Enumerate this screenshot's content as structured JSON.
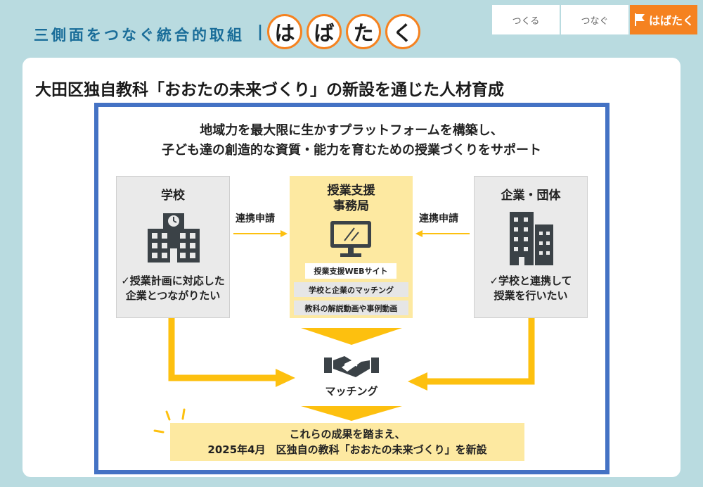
{
  "header": {
    "title": "三側面をつなぐ統合的取組",
    "separator": "|",
    "habataku_chars": [
      "は",
      "ば",
      "た",
      "く"
    ]
  },
  "nav": {
    "items": [
      {
        "label": "つくる"
      },
      {
        "label": "つなぐ"
      },
      {
        "label": "はばたく",
        "icon": "flag-icon"
      }
    ]
  },
  "main": {
    "title": "大田区独自教科「おおたの未来づくり」の新設を通じた人材育成"
  },
  "diagram": {
    "lead_line1": "地域力を最大限に生かすプラットフォームを構築し、",
    "lead_line2": "子ども達の創造的な資質・能力を育むための授業づくりをサポート",
    "school": {
      "title": "学校",
      "icon": "school-building-icon",
      "text_line1": "✓授業計画に対応した",
      "text_line2": "企業とつながりたい"
    },
    "center": {
      "title_line1": "授業支援",
      "title_line2": "事務局",
      "icon": "monitor-icon",
      "tag_web": "授業支援WEBサイト",
      "tag_matching": "学校と企業のマッチング",
      "tag_video": "教科の解説動画や事例動画"
    },
    "company": {
      "title": "企業・団体",
      "icon": "office-building-icon",
      "text_line1": "✓学校と連携して",
      "text_line2": "授業を行いたい"
    },
    "arrow_left_label": "連携申請",
    "arrow_right_label": "連携申請",
    "matching": {
      "icon": "handshake-icon",
      "label": "マッチング"
    },
    "result_line1": "これらの成果を踏まえ、",
    "result_line2": "2025年4月　区独自の教科「おおたの未来づくり」を新設"
  },
  "colors": {
    "accent_orange": "#f58220",
    "header_blue": "#1a6d99",
    "frame_blue": "#4472c4",
    "arrow_yellow": "#fdc00f",
    "panel_yellow": "#fde9a1",
    "icon_dark": "#3b4247"
  }
}
